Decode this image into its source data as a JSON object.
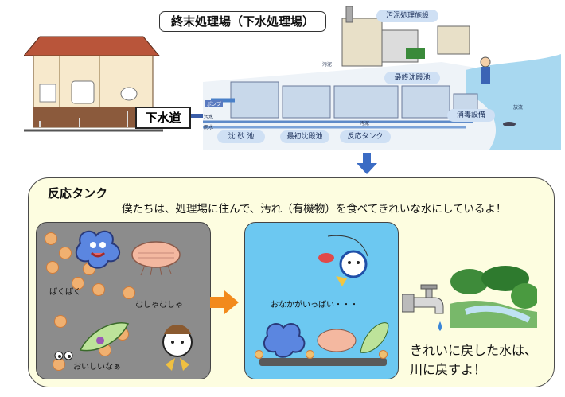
{
  "top": {
    "title": "終末処理場（下水処理場）",
    "sewer_label": "下水道",
    "sludge_facility": "汚泥処理施設",
    "final_settling": "最終沈殿池",
    "disinfection": "消毒設備",
    "grit_chamber": "沈 砂 池",
    "primary_settling": "最初沈殿池",
    "reaction_tank": "反応タンク",
    "pump": "ポンプ",
    "sewage_water": "汚水",
    "rain_water": "雨水",
    "sludge_small": "汚泥",
    "sludge_small2": "汚泥",
    "discharge": "放流"
  },
  "panel": {
    "title": "反応タンク",
    "caption": "僕たちは、処理場に住んで、汚れ（有機物）を食べてきれいな水にしているよ！",
    "paku": "ぱくぱく",
    "musha": "むしゃむしゃ",
    "oishii": "おいしいなぁ",
    "full": "おなかがいっぱい・・・",
    "bottom_line1": "きれいに戻した水は、",
    "bottom_line2": "川に戻すよ！"
  }
}
